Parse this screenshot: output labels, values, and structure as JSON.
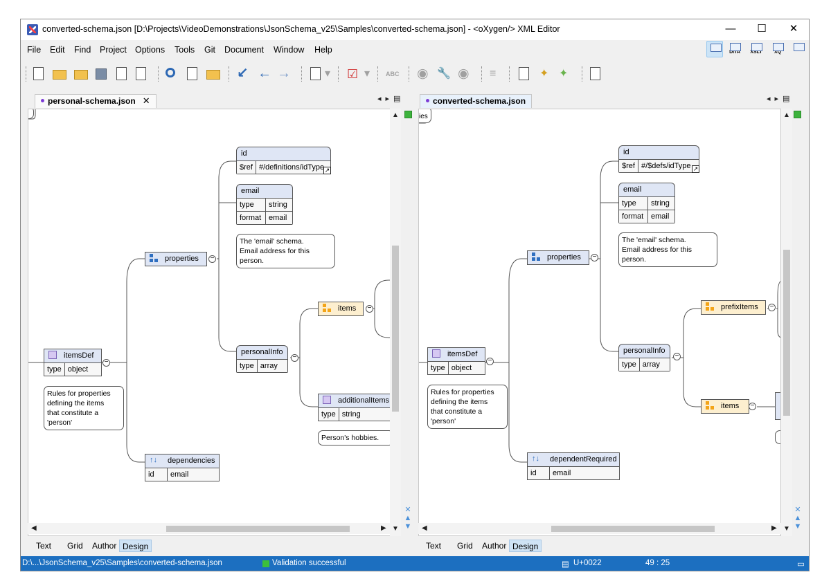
{
  "window": {
    "title": "converted-schema.json [D:\\Projects\\VideoDemonstrations\\JsonSchema_v25\\Samples\\converted-schema.json] - <oXygen/> XML Editor",
    "minimize": "—",
    "maximize": "☐",
    "close": "✕"
  },
  "menu": [
    "File",
    "Edit",
    "Find",
    "Project",
    "Options",
    "Tools",
    "Git",
    "Document",
    "Window",
    "Help"
  ],
  "perspectives": {
    "dita": "DITA",
    "xslt": "XSLT",
    "xq": "XQ"
  },
  "left_pane": {
    "tab": "personal-schema.json",
    "tab_close": "✕",
    "corner_fragment": "",
    "modes": [
      "Text",
      "Grid",
      "Author",
      "Design"
    ],
    "active_mode": "Design",
    "nodes": {
      "id": {
        "title": "id",
        "rows": [
          [
            "$ref",
            "#/definitions/idType"
          ]
        ]
      },
      "email": {
        "title": "email",
        "rows": [
          [
            "type",
            "string"
          ],
          [
            "format",
            "email"
          ]
        ]
      },
      "email_note": [
        "The 'email' schema.",
        "Email address for this person."
      ],
      "properties": {
        "title": "properties"
      },
      "items": {
        "title": "items"
      },
      "itemsDef": {
        "title": "itemsDef",
        "rows": [
          [
            "type",
            "object"
          ]
        ]
      },
      "itemsDef_note": [
        "Rules for properties",
        "defining the items",
        "that constitute a",
        "'person'"
      ],
      "personalInfo": {
        "title": "personalInfo",
        "rows": [
          [
            "type",
            "array"
          ]
        ]
      },
      "additionalItems": {
        "title": "additionalItems",
        "rows": [
          [
            "type",
            "string"
          ]
        ]
      },
      "hobbies_note": [
        "Person's hobbies."
      ],
      "dependencies": {
        "title": "dependencies",
        "rows": [
          [
            "id",
            "email"
          ]
        ]
      }
    }
  },
  "right_pane": {
    "tab": "converted-schema.json",
    "corner_fragment": "ies",
    "modes": [
      "Text",
      "Grid",
      "Author",
      "Design"
    ],
    "active_mode": "Design",
    "nodes": {
      "id": {
        "title": "id",
        "rows": [
          [
            "$ref",
            "#/$defs/idType"
          ]
        ]
      },
      "email": {
        "title": "email",
        "rows": [
          [
            "type",
            "string"
          ],
          [
            "format",
            "email"
          ]
        ]
      },
      "email_note": [
        "The 'email' schema.",
        "Email address for this person."
      ],
      "properties": {
        "title": "properties"
      },
      "prefixItems": {
        "title": "prefixItems"
      },
      "itemsDef": {
        "title": "itemsDef",
        "rows": [
          [
            "type",
            "object"
          ]
        ]
      },
      "itemsDef_note": [
        "Rules for properties",
        "defining the items",
        "that constitute a",
        "'person'"
      ],
      "personalInfo": {
        "title": "personalInfo",
        "rows": [
          [
            "type",
            "array"
          ]
        ]
      },
      "items": {
        "title": "items"
      },
      "dependentRequired": {
        "title": "dependentRequired",
        "rows": [
          [
            "id",
            "email"
          ]
        ]
      }
    }
  },
  "status": {
    "path": "D:\\...\\JsonSchema_v25\\Samples\\converted-schema.json",
    "validation": "Validation successful",
    "unicode": "U+0022",
    "position": "49 : 25"
  },
  "colors": {
    "statusbar": "#1c6fc0",
    "node_blue": "#dfe6f5",
    "node_yellow": "#fdefcf",
    "valid": "#3cc03c"
  }
}
